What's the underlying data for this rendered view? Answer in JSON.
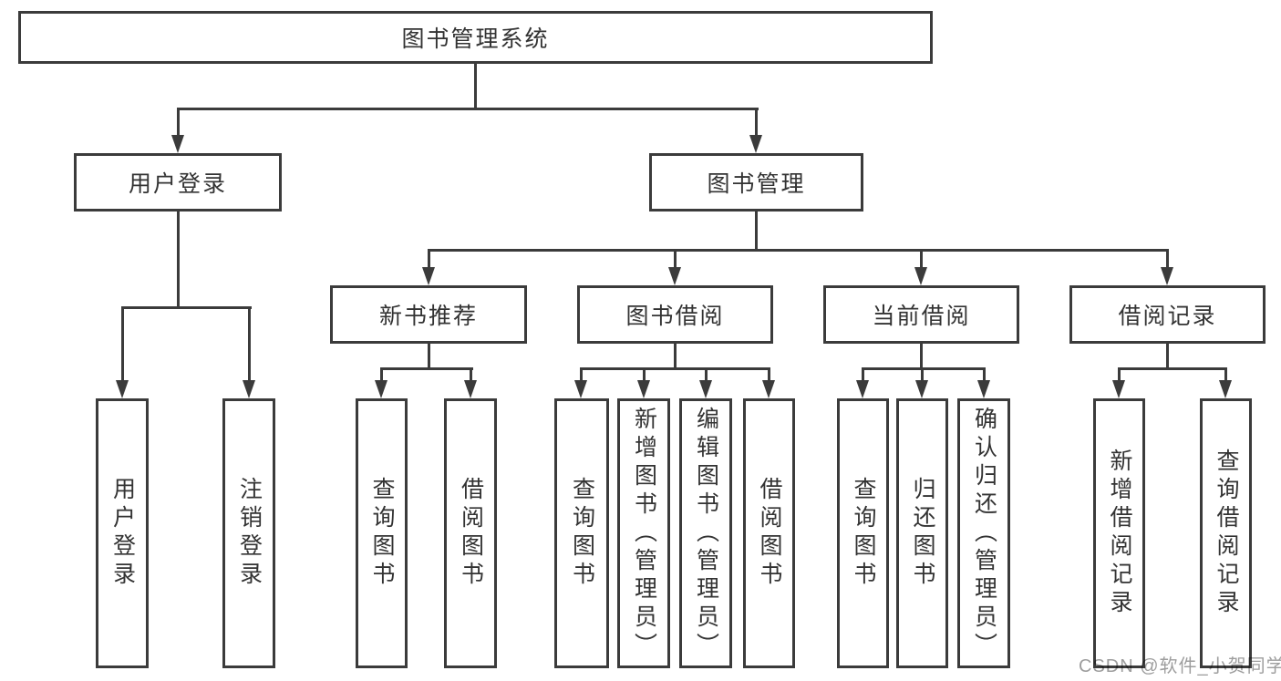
{
  "page": {
    "background": "#ffffff"
  },
  "diagram": {
    "type": "hierarchy-tree",
    "colors": {
      "line": "#3b3b3b",
      "text": "#333333",
      "box_background": "#ffffff",
      "watermark": "#9e9e9e"
    },
    "watermark": "CSDN @软件_小贺同学",
    "tree": {
      "label": "图书管理系统",
      "children": [
        {
          "label": "用户登录",
          "children": [
            {
              "label": "用户登录"
            },
            {
              "label": "注销登录"
            }
          ]
        },
        {
          "label": "图书管理",
          "children": [
            {
              "label": "新书推荐",
              "children": [
                {
                  "label": "查询图书"
                },
                {
                  "label": "借阅图书"
                }
              ]
            },
            {
              "label": "图书借阅",
              "children": [
                {
                  "label": "查询图书"
                },
                {
                  "label": "新增图书（管理员）"
                },
                {
                  "label": "编辑图书（管理员）"
                },
                {
                  "label": "借阅图书"
                }
              ]
            },
            {
              "label": "当前借阅",
              "children": [
                {
                  "label": "查询图书"
                },
                {
                  "label": "归还图书"
                },
                {
                  "label": "确认归还（管理员）"
                }
              ]
            },
            {
              "label": "借阅记录",
              "children": [
                {
                  "label": "新增借阅记录"
                },
                {
                  "label": "查询借阅记录"
                }
              ]
            }
          ]
        }
      ]
    }
  }
}
